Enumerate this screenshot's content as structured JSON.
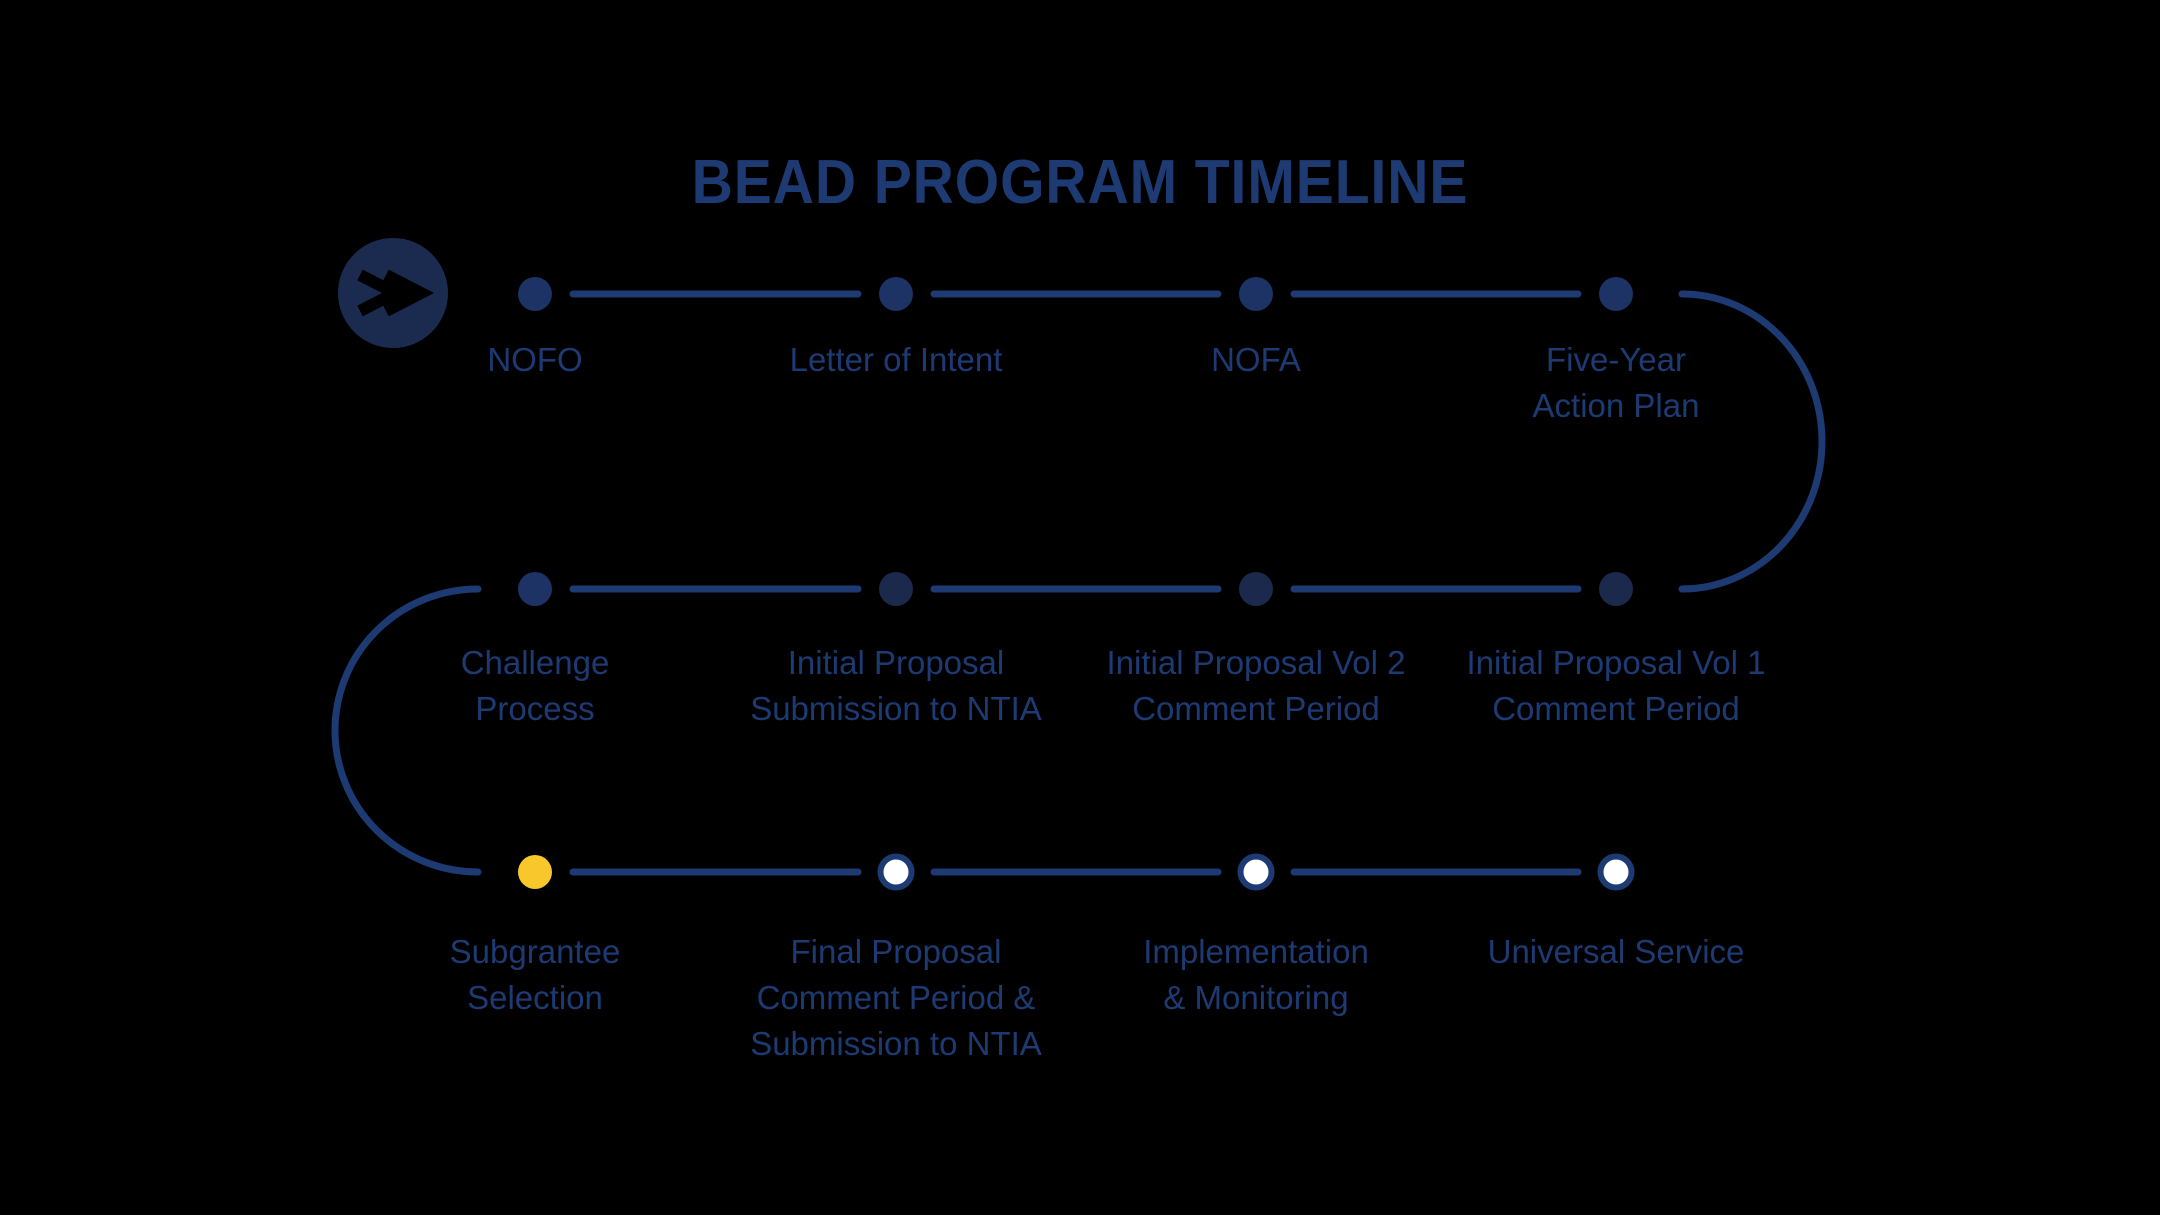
{
  "title": "BEAD PROGRAM TIMELINE",
  "colors": {
    "background": "#000000",
    "primary_navy": "#1e3a73",
    "dot_navy": "#1d3366",
    "dot_dark_navy": "#1b2a4c",
    "dot_yellow": "#f8c72b",
    "dot_white": "#ffffff",
    "start_circle_navy": "#1b2b50",
    "chevron_cutout": "#000000"
  },
  "start_marker": {
    "icon": "fast-forward-icon"
  },
  "steps": [
    {
      "label": "NOFO",
      "dot_style": "filled-navy"
    },
    {
      "label": "Letter of Intent",
      "dot_style": "filled-navy"
    },
    {
      "label": "NOFA",
      "dot_style": "filled-navy"
    },
    {
      "label": "Five-Year\nAction Plan",
      "dot_style": "filled-navy"
    },
    {
      "label": "Initial Proposal Vol 1\nComment Period",
      "dot_style": "filled-dark-navy"
    },
    {
      "label": "Initial Proposal Vol 2\nComment Period",
      "dot_style": "filled-dark-navy"
    },
    {
      "label": "Initial Proposal\nSubmission to NTIA",
      "dot_style": "filled-dark-navy"
    },
    {
      "label": "Challenge\nProcess",
      "dot_style": "filled-navy"
    },
    {
      "label": "Subgrantee\nSelection",
      "dot_style": "filled-yellow"
    },
    {
      "label": "Final Proposal\nComment Period &\nSubmission to NTIA",
      "dot_style": "outlined-white"
    },
    {
      "label": "Implementation\n& Monitoring",
      "dot_style": "outlined-white"
    },
    {
      "label": "Universal Service",
      "dot_style": "outlined-white"
    }
  ]
}
